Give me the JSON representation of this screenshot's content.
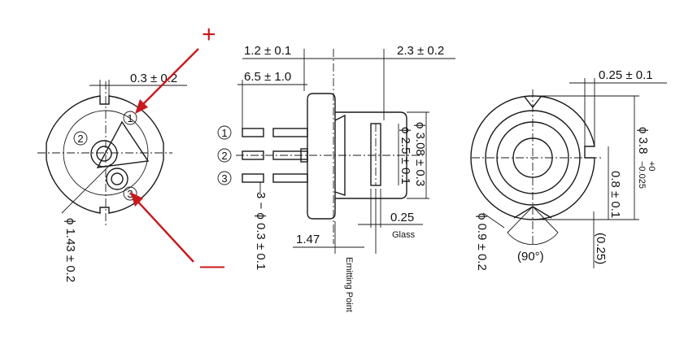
{
  "annotations": {
    "plus": "+",
    "minus": "—"
  },
  "left_view": {
    "dim_top": "0.3 ± 0.2",
    "dim_pin_circle": "ϕ 1.43 ± 0.2",
    "pins": [
      "1",
      "2",
      "3"
    ]
  },
  "middle_view": {
    "dim_cap": "1.2 ± 0.1",
    "dim_lead": "6.5 ± 1.0",
    "dim_body": "2.3 ± 0.2",
    "dim_outer": "ϕ 3.08 ± 0.3",
    "dim_window": "ϕ 2.5 ± 0.1",
    "dim_glass_val": "0.25",
    "glass_label": "Glass",
    "dim_flange": "1.47",
    "dim_leads": "3 − ϕ 0.3 ± 0.1",
    "emitting_label": "Emitting Point",
    "pins": [
      "1",
      "2",
      "3"
    ]
  },
  "right_view": {
    "dim_notch": "0.25 ± 0.1",
    "dim_dia": "ϕ 3.8",
    "dim_dia_tol_plus": "+0",
    "dim_dia_tol_minus": "−0.025",
    "dim_key": "0.8 ± 0.1",
    "dim_hole": "ϕ 0.9 ± 0.2",
    "dim_angle": "(90°)",
    "dim_offset": "(0.25)"
  },
  "colors": {
    "line": "#1a1a1a",
    "accent": "#c8191e"
  }
}
